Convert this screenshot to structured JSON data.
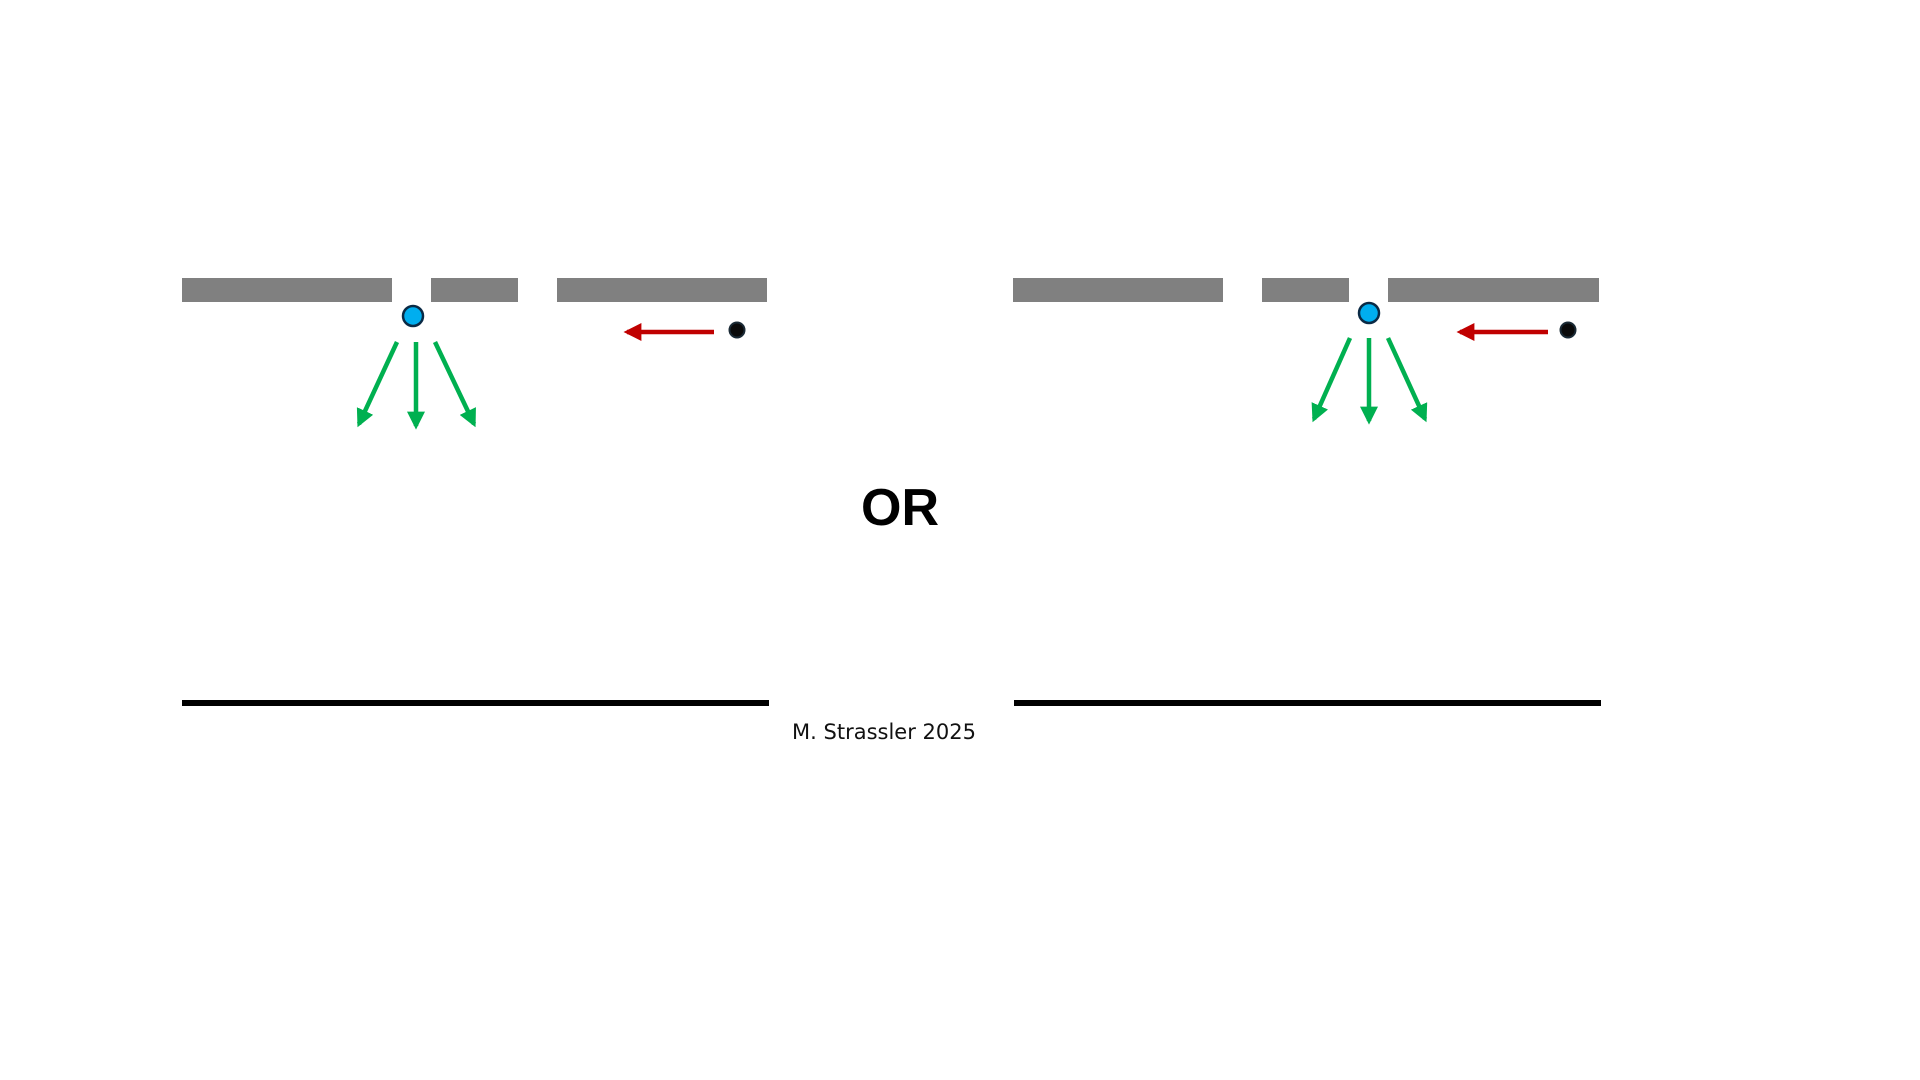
{
  "label_between": "OR",
  "credit": "M. Strassler 2025",
  "colors": {
    "barrier": "#808080",
    "screen": "#000000",
    "particle": "#00aeef",
    "incoming_particle": "#0a0a0a",
    "incoming_arrow": "#c00000",
    "outgoing_arrows": "#00b050"
  },
  "panels": [
    {
      "name": "left",
      "barrier_segments": 3,
      "slits": 2,
      "particle_at_slit": "left",
      "outgoing_arrows": 3,
      "incoming_arrows": 1
    },
    {
      "name": "right",
      "barrier_segments": 3,
      "slits": 2,
      "particle_at_slit": "right",
      "outgoing_arrows": 3,
      "incoming_arrows": 1
    }
  ]
}
